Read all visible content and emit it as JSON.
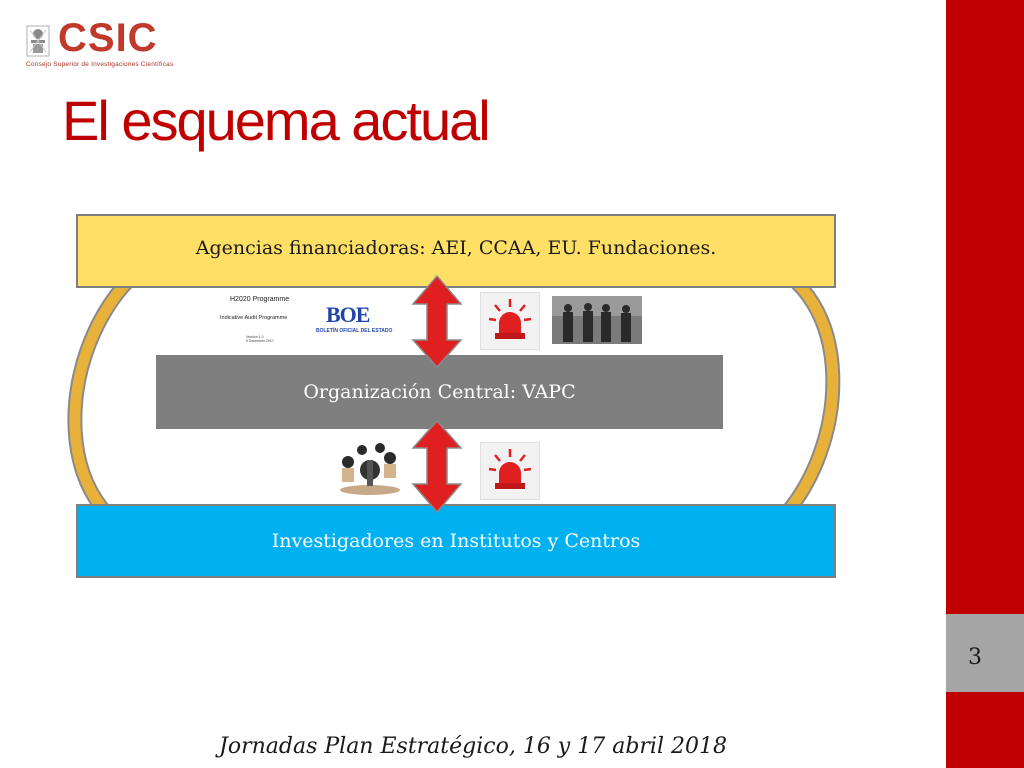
{
  "logo": {
    "text": "CSIC",
    "subtitle": "Consejo Superior de Investigaciones Científicas",
    "color": "#c0392b"
  },
  "slide": {
    "title": "El esquema actual",
    "page_number": "3",
    "footer": "Jornadas Plan Estratégico, 16 y 17 abril 2018"
  },
  "diagram": {
    "top_box": "Agencias financiadoras: AEI, CCAA, EU. Fundaciones.",
    "middle_box": "Organización Central: VAPC",
    "bottom_box": "Investigadores en Institutos y Centros",
    "colors": {
      "top": "#ffe065",
      "middle": "#7f7f7f",
      "bottom": "#00b0f0",
      "double_arrow": "#e02020",
      "curved_arrow": "#e8b23a"
    }
  },
  "images": {
    "doc_title": "H2020 Programme",
    "doc_subtitle": "Indicative Audit Programme",
    "doc_version": "Version 1.0",
    "doc_date": "9 December 2017",
    "boe_logo": "BOE",
    "boe_caption": "BOLETÍN OFICIAL DEL ESTADO",
    "icons": [
      "alarm-siren-icon",
      "alarm-siren-icon",
      "rubber-stamps-icon",
      "business-people-photo"
    ]
  },
  "theme": {
    "sidebar_color": "#c00000",
    "page_box_color": "#a6a6a6"
  }
}
